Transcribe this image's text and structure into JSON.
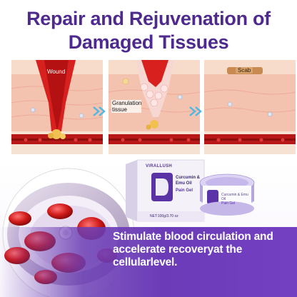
{
  "headline": {
    "line1": "Repair and Rejuvenation of",
    "line2": "Damaged Tissues"
  },
  "panels": [
    {
      "label": "Wound"
    },
    {
      "label": "Granulation tissue"
    },
    {
      "label": "Scab"
    }
  ],
  "product": {
    "brand": "VIRALLUSH",
    "name_line1": "Curcumin &",
    "name_line2": "Emu Oil",
    "name_line3": "Pain Gel",
    "jar_name": "Curcumin & Emu Oil",
    "jar_sub": "Pain Gel",
    "net": "NET:100g/3.70 oz"
  },
  "banner": {
    "line1": "Stimulate blood circulation and",
    "line2": "accelerate recoveryat the",
    "line3": "cellularlevel."
  },
  "colors": {
    "headline": "#4e2a8e",
    "banner": "#6b3bb8",
    "skin": "#f4c9b4",
    "wound": "#d8201e"
  }
}
